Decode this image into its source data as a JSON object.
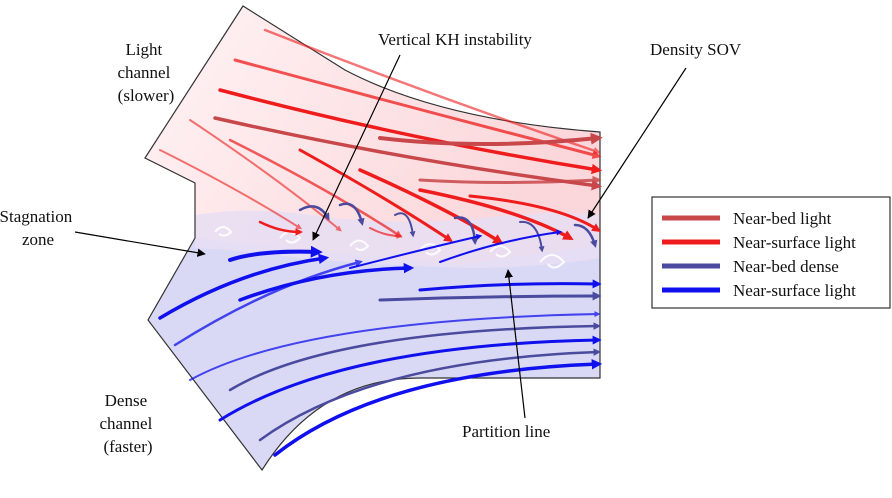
{
  "labels": {
    "light_channel": [
      "Light",
      "channel",
      "(slower)"
    ],
    "dense_channel": [
      "Dense",
      "channel",
      "(faster)"
    ],
    "stagnation": [
      "Stagnation",
      "zone"
    ],
    "kh": "Vertical KH instability",
    "sov": "Density SOV",
    "partition": "Partition line"
  },
  "legend": [
    {
      "label": "Near-bed light",
      "color": "#c8474a"
    },
    {
      "label": "Near-surface light",
      "color": "#ee1c1c"
    },
    {
      "label": "Near-bed dense",
      "color": "#4a4a9e"
    },
    {
      "label": "Near-surface light",
      "color": "#1010ee"
    }
  ],
  "colors": {
    "light_fill": "#fde2e4",
    "dense_fill": "#d6d6f4",
    "mix_fill": "#ece0f2",
    "outline": "#333333"
  }
}
